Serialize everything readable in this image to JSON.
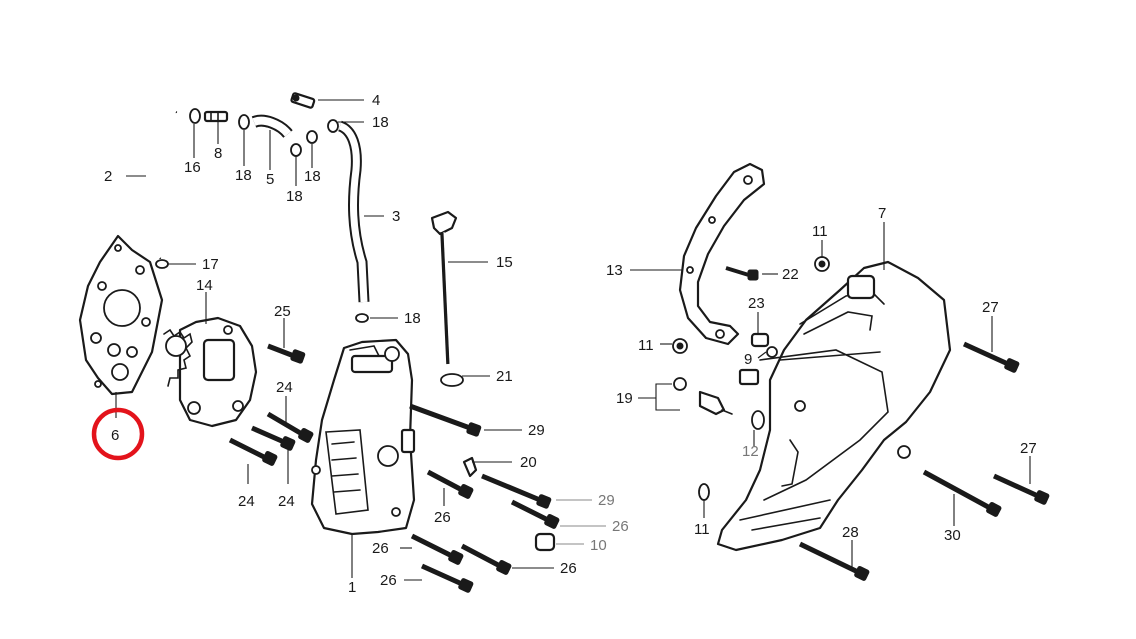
{
  "diagram": {
    "highlight_color": "#e3131b",
    "callouts": {
      "c1": "1",
      "c2": "2",
      "c3": "3",
      "c4": "4",
      "c5": "5",
      "c6": "6",
      "c7": "7",
      "c8": "8",
      "c9": "9",
      "c10": "10",
      "c11a": "11",
      "c11b": "11",
      "c11c": "11",
      "c12": "12",
      "c13": "13",
      "c14": "14",
      "c15": "15",
      "c16": "16",
      "c17": "17",
      "c18a": "18",
      "c18b": "18",
      "c18c": "18",
      "c18d": "18",
      "c18e": "18",
      "c19": "19",
      "c20": "20",
      "c21": "21",
      "c22": "22",
      "c23": "23",
      "c24a": "24",
      "c24b": "24",
      "c24c": "24",
      "c25": "25",
      "c26a": "26",
      "c26b": "26",
      "c26c": "26",
      "c26d": "26",
      "c26e": "26",
      "c27a": "27",
      "c27b": "27",
      "c28": "28",
      "c29a": "29",
      "c29b": "29",
      "c30": "30"
    }
  }
}
